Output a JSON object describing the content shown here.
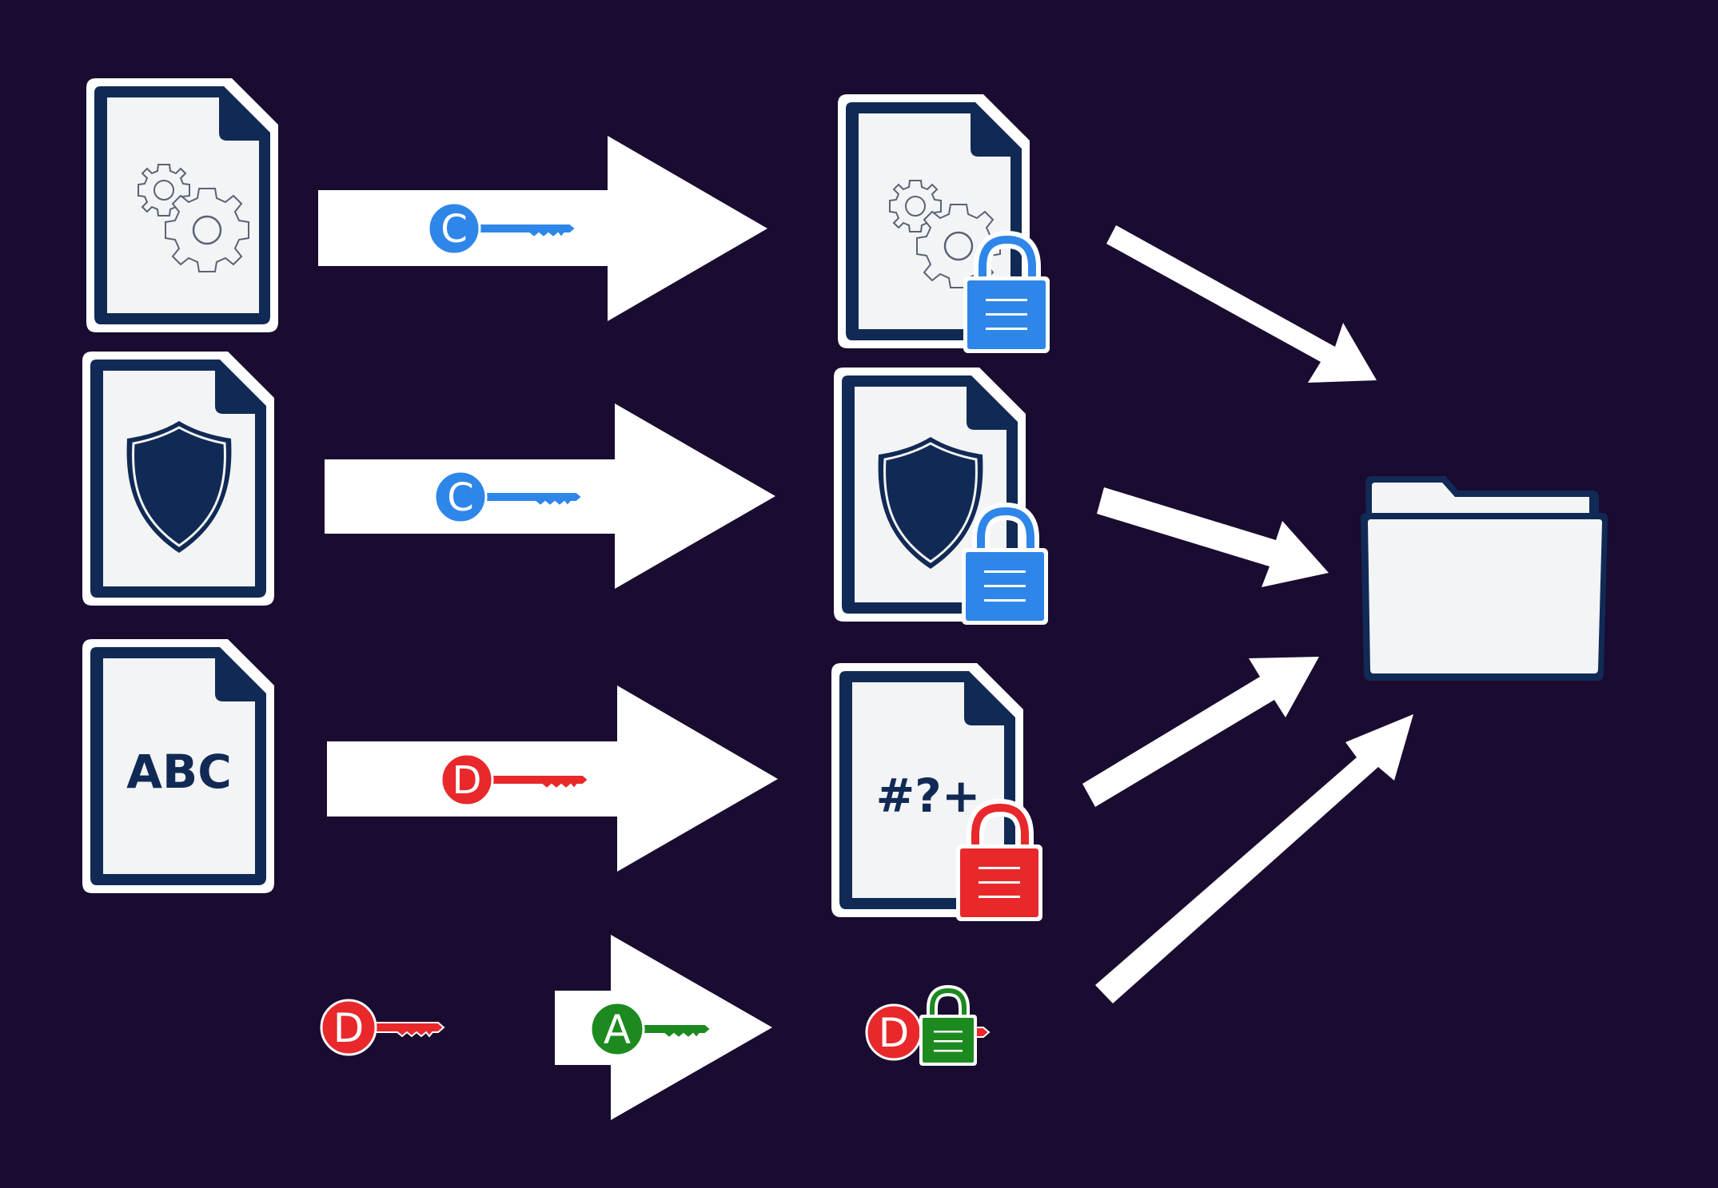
{
  "colors": {
    "background": "#1a0b30",
    "navy": "#112a55",
    "paper": "#f3f4f6",
    "white": "#ffffff",
    "blue": "#2f86e9",
    "red": "#e8282b",
    "green": "#1c8a1f",
    "gear_stroke": "#5a6274"
  },
  "documents": [
    {
      "name": "config-document",
      "content": "gear-icon"
    },
    {
      "name": "security-document",
      "content": "shield-icon"
    },
    {
      "name": "text-document",
      "content": "text",
      "text": "ABC"
    }
  ],
  "encrypted_documents": [
    {
      "name": "encrypted-config-document",
      "content": "gear-icon",
      "lock_color": "blue"
    },
    {
      "name": "encrypted-security-document",
      "content": "shield-icon",
      "lock_color": "blue"
    },
    {
      "name": "encrypted-text-document",
      "content": "text",
      "text": "#?+",
      "lock_color": "red"
    }
  ],
  "keys": {
    "row1": {
      "letter": "C",
      "color": "blue"
    },
    "row2": {
      "letter": "C",
      "color": "blue"
    },
    "row3": {
      "letter": "D",
      "color": "red"
    },
    "row4_input": {
      "letter": "D",
      "color": "red"
    },
    "row4_arrow": {
      "letter": "A",
      "color": "green"
    },
    "row4_output": {
      "letter": "D",
      "color": "red",
      "lock_color": "green"
    }
  },
  "destination": "folder-icon"
}
